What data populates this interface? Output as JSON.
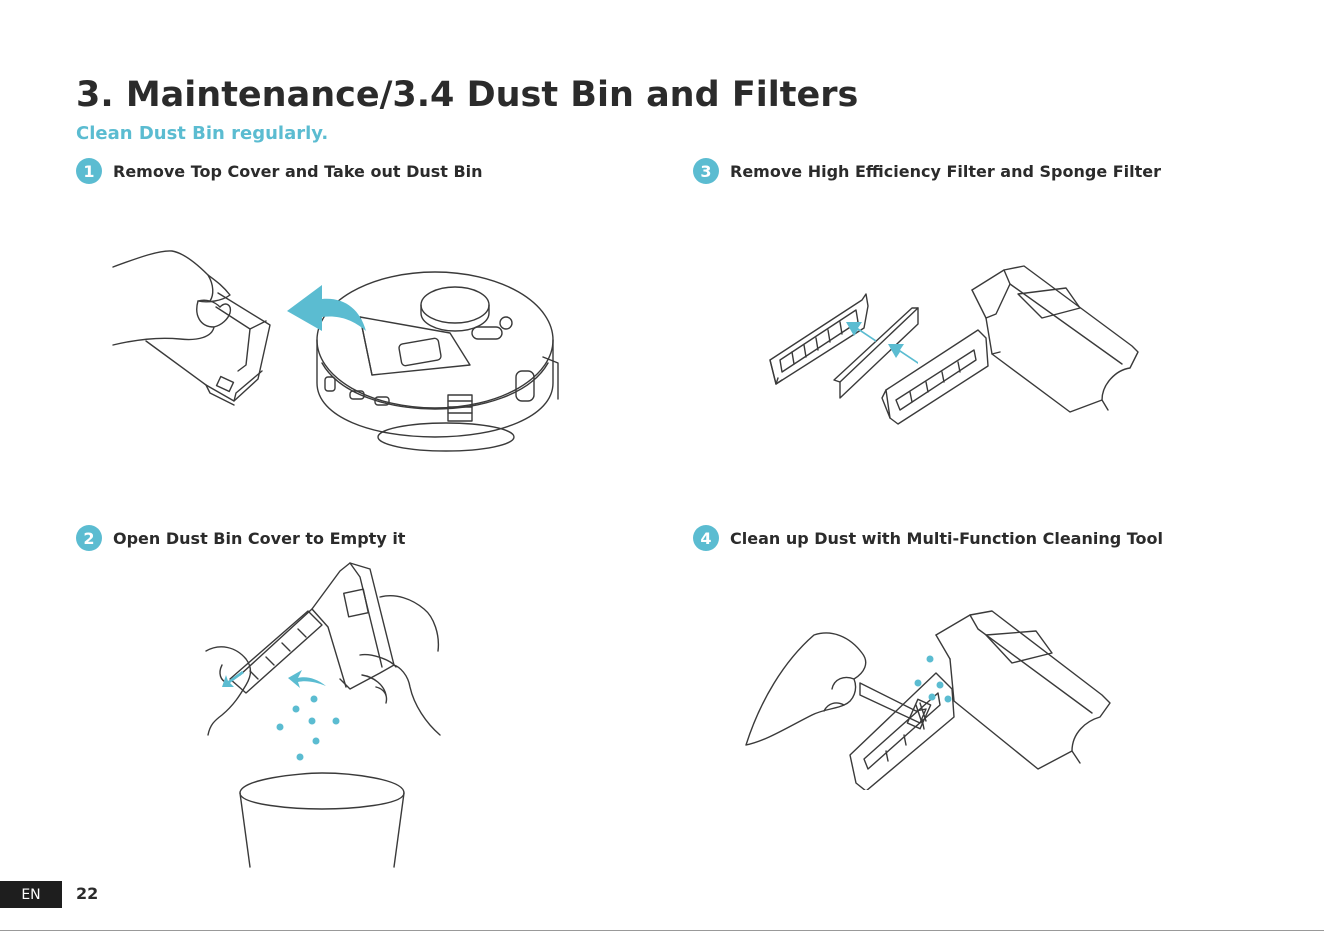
{
  "header": {
    "title": "3. Maintenance/3.4 Dust Bin and Filters",
    "subtitle": "Clean Dust Bin regularly."
  },
  "steps": [
    {
      "number": "1",
      "title": "Remove Top Cover and Take out Dust Bin"
    },
    {
      "number": "2",
      "title": "Open Dust Bin Cover to Empty it"
    },
    {
      "number": "3",
      "title": "Remove High Efficiency Filter and Sponge Filter"
    },
    {
      "number": "4",
      "title": "Clean up Dust with Multi-Function Cleaning Tool"
    }
  ],
  "footer": {
    "language": "EN",
    "page_number": "22"
  },
  "colors": {
    "accent": "#5bbcd1",
    "title_text": "#2b2b2b",
    "footer_tag_bg": "#1e1e1e",
    "line_art": "#3a3a3a"
  },
  "icons": [
    "curved-arrow-icon",
    "straight-arrow-icon",
    "dust-particles"
  ]
}
